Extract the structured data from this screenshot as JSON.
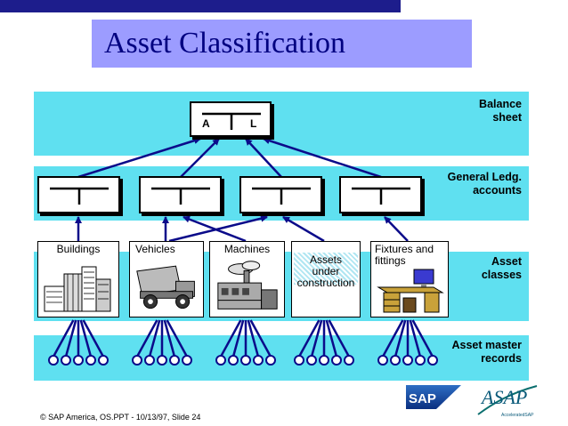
{
  "title": "Asset Classification",
  "bands": {
    "balance": "Balance\nsheet",
    "ledger": "General Ledg.\naccounts",
    "classes": "Asset\nclasses",
    "records": "Asset master\nrecords"
  },
  "balance_box": {
    "left_label": "A",
    "right_label": "L"
  },
  "asset_classes": [
    {
      "label": "Buildings",
      "icon": "building-icon"
    },
    {
      "label": "Vehicles",
      "icon": "dump-truck-icon"
    },
    {
      "label": "Machines",
      "icon": "factory-machine-icon"
    },
    {
      "label": "Assets\nunder\nconstruction",
      "icon": "construction-pattern"
    },
    {
      "label": "Fixtures and\nfittings",
      "icon": "office-desk-icon"
    }
  ],
  "footer": "©  SAP America, OS.PPT - 10/13/97, Slide 24",
  "logos": {
    "sap": "SAP",
    "asap": "ASAP",
    "asap_tagline": "AcceleratedSAP"
  },
  "colors": {
    "band": "#5fe0f0",
    "title_box": "#9c9cff",
    "top_bar": "#1d1d8c",
    "arrow": "#0b0b8a",
    "record_fill": "#ffffff"
  }
}
